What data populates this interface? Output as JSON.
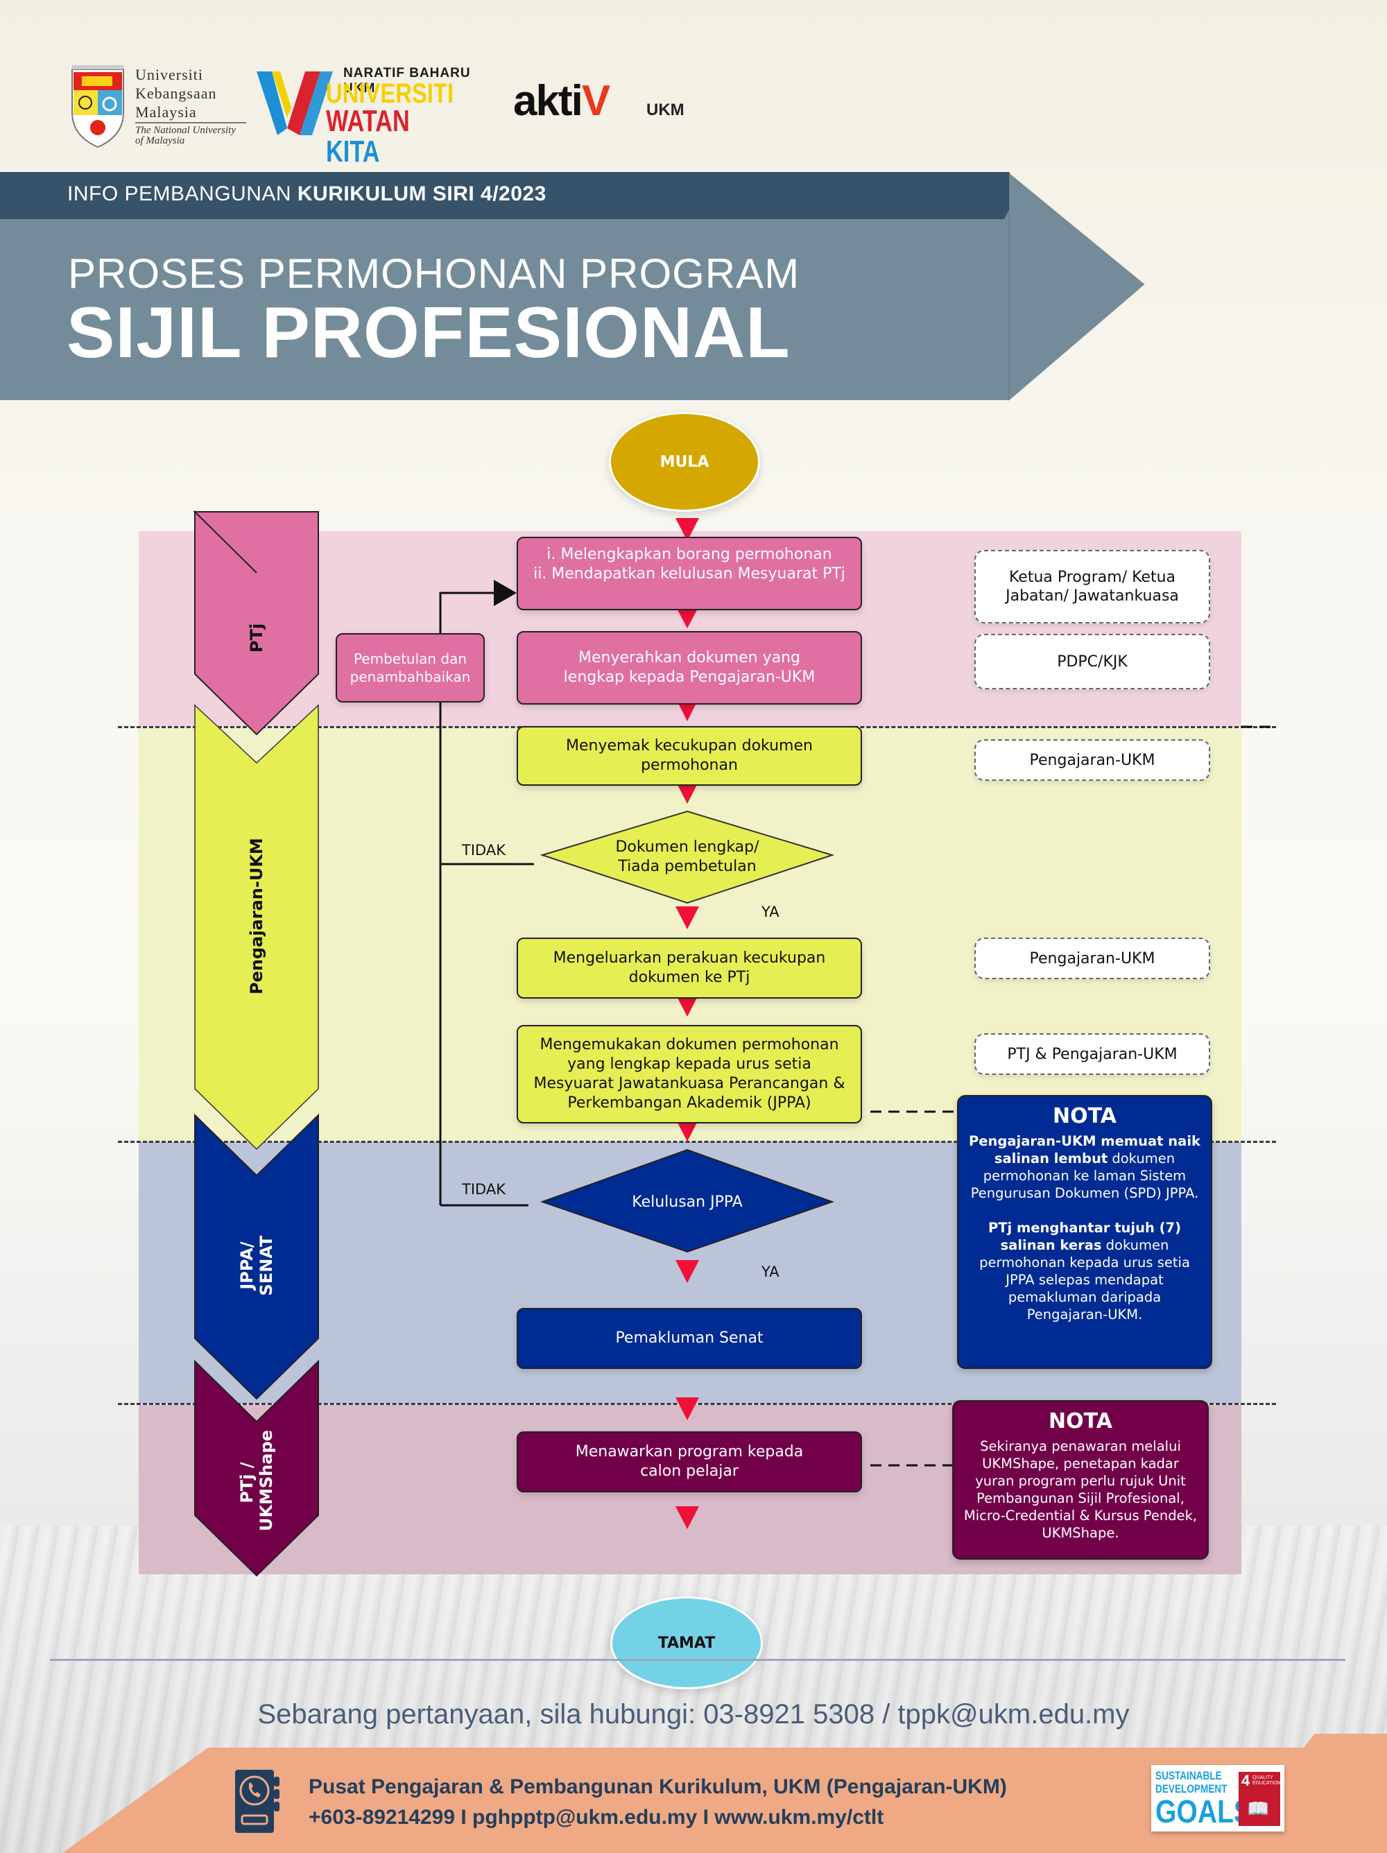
{
  "header": {
    "logos": {
      "ukm": {
        "line1": "Universiti",
        "line2": "Kebangsaan",
        "line3": "Malaysia",
        "tagline": "The National University of Malaysia"
      },
      "watan_kita": {
        "tag": "NARATIF BAHARU UKM",
        "line1": "UNIVERSITI",
        "line2_a": "WATAN",
        "line2_b": "KITA"
      },
      "aktiv": {
        "word": "aktiV",
        "sub": "UKM"
      }
    },
    "series_prefix": "INFO PEMBANGUNAN ",
    "series_bold": "KURIKULUM SIRI 4/2023",
    "title_line1": "PROSES PERMOHONAN PROGRAM",
    "title_line2": "SIJIL PROFESIONAL"
  },
  "colors": {
    "ptj": "#e070a2",
    "pengajaran": "#e5ee52",
    "jppa": "#002b92",
    "ukmshape": "#720049",
    "arrow": "#f0103a",
    "start": "#d4a800",
    "end": "#74d2e6"
  },
  "flowchart": {
    "start_label": "MULA",
    "end_label": "TAMAT",
    "lanes": [
      {
        "id": "ptj",
        "label": "PTj"
      },
      {
        "id": "pengajaran",
        "label": "Pengajaran-UKM"
      },
      {
        "id": "jppa",
        "label_line1": "JPPA/",
        "label_line2": "SENAT"
      },
      {
        "id": "ukmshape",
        "label_line1": "PTj /",
        "label_line2": "UKMShape"
      }
    ],
    "steps": {
      "s1_line1": "i. Melengkapkan borang permohonan",
      "s1_line2": "ii. Mendapatkan kelulusan Mesyuarat PTj",
      "s2": "Menyerahkan dokumen yang lengkap kepada Pengajaran-UKM",
      "correction": "Pembetulan dan penambahbaikan",
      "s3": "Menyemak kecukupan dokumen permohonan",
      "d1_line1": "Dokumen lengkap/",
      "d1_line2": "Tiada pembetulan",
      "s4": "Mengeluarkan perakuan kecukupan dokumen ke PTj",
      "s5": "Mengemukakan dokumen permohonan yang lengkap kepada urus setia Mesyuarat Jawatankuasa Perancangan & Perkembangan Akademik (JPPA)",
      "d2": "Kelulusan JPPA",
      "s6": "Pemakluman Senat",
      "s7": "Menawarkan program kepada calon pelajar"
    },
    "branch_labels": {
      "no1": "TIDAK",
      "yes1": "YA",
      "no2": "TIDAK",
      "yes2": "YA"
    },
    "roles": [
      "Ketua Program/ Ketua Jabatan/ Jawatankuasa",
      "PDPC/KJK",
      "Pengajaran-UKM",
      "Pengajaran-UKM",
      "PTJ & Pengajaran-UKM"
    ],
    "notes": [
      {
        "title": "NOTA",
        "p1_bold": "Pengajaran-UKM memuat naik salinan lembut",
        "p1_rest": " dokumen permohonan ke laman Sistem Pengurusan Dokumen (SPD) JPPA.",
        "p2_bold": "PTj menghantar tujuh (7) salinan keras",
        "p2_rest": " dokumen permohonan kepada urus setia JPPA selepas mendapat pemakluman daripada Pengajaran-UKM."
      },
      {
        "title": "NOTA",
        "body": "Sekiranya penawaran melalui UKMShape, penetapan kadar yuran program perlu rujuk Unit Pembangunan Sijil Profesional, Micro-Credential & Kursus Pendek, UKMShape."
      }
    ]
  },
  "footer": {
    "enquiry": "Sebarang pertanyaan, sila hubungi: 03-8921 5308 / tppk@ukm.edu.my",
    "org_name": "Pusat Pengajaran & Pembangunan Kurikulum, UKM (Pengajaran-UKM)",
    "org_contact": "+603-89214299 I pghpptp@ukm.edu.my I www.ukm.my/ctlt",
    "sdg": {
      "line1": "SUSTAINABLE",
      "line2": "DEVELOPMENT",
      "line3": "GOALS",
      "goal_number": "4",
      "goal_name": "QUALITY EDUCATION"
    }
  }
}
